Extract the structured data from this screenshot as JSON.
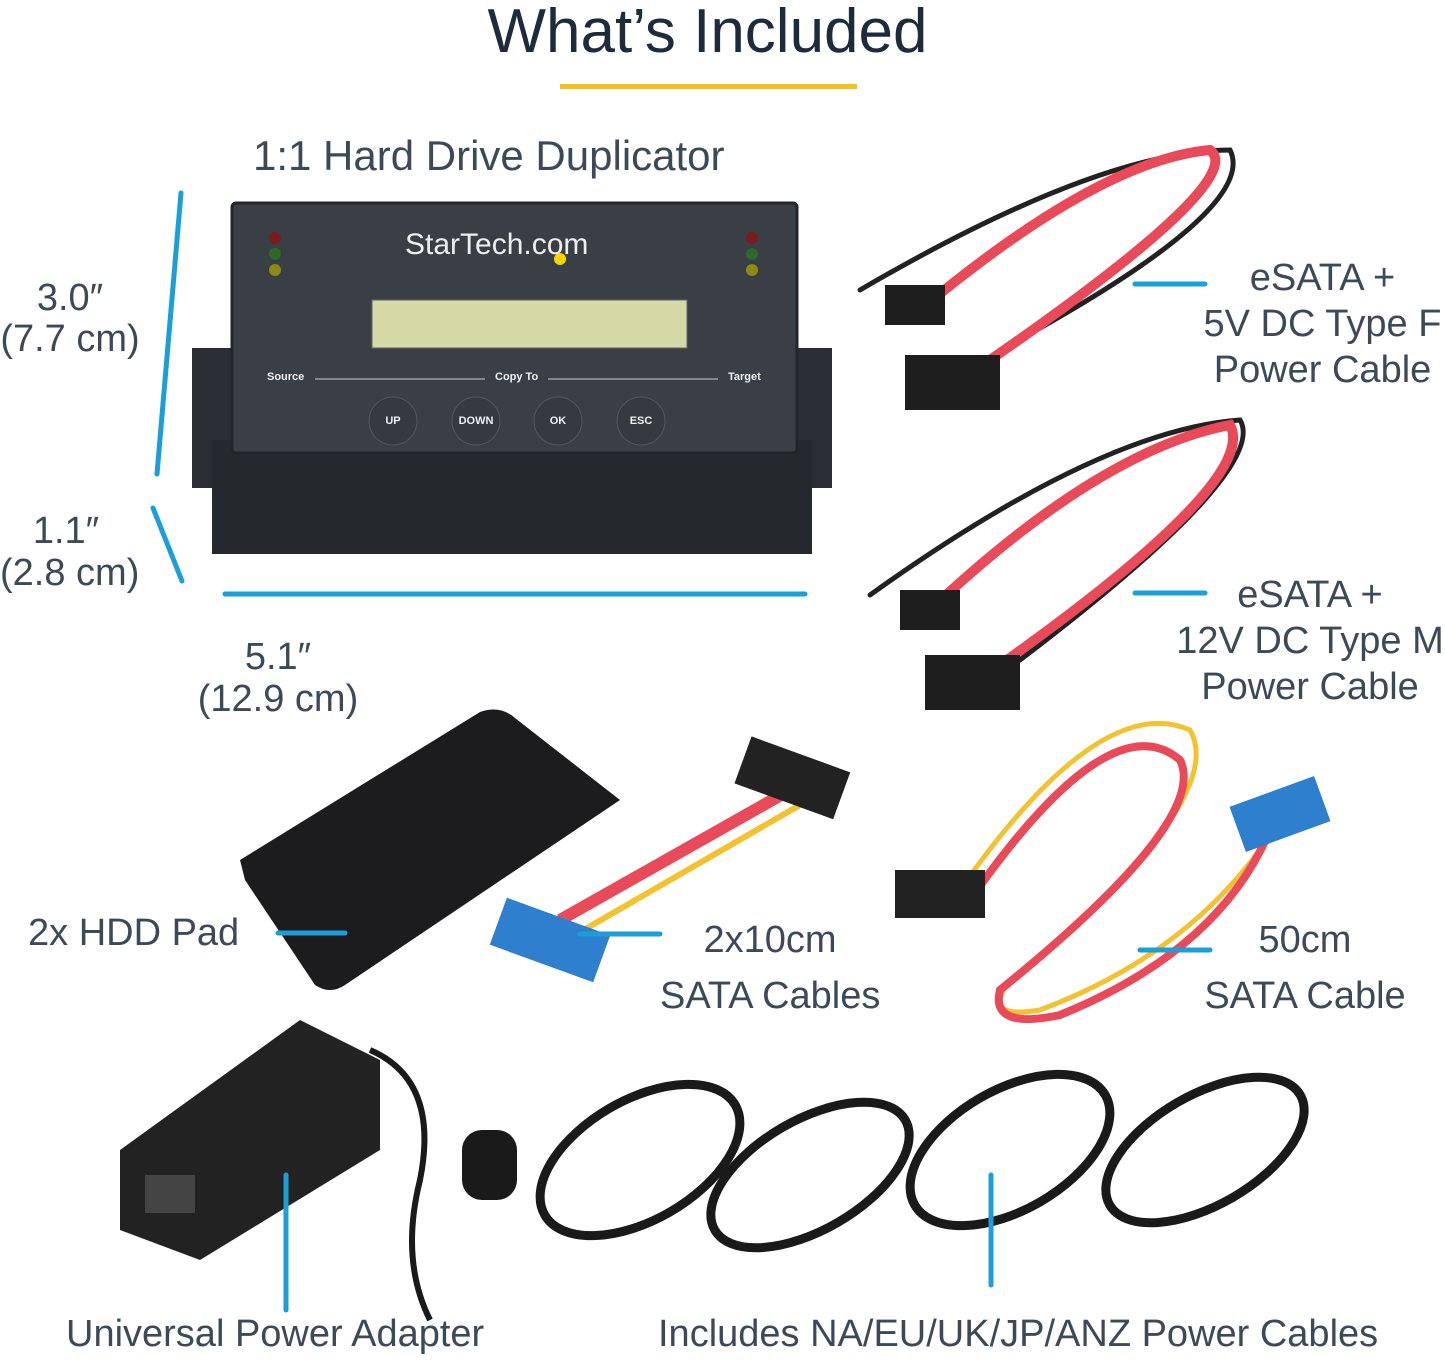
{
  "title": "What’s Included",
  "colors": {
    "accent_blue": "#1a9fd9",
    "underline_gold": "#f5c21b",
    "title": "#1d2b3a",
    "text": "#3c4a58"
  },
  "duplicator": {
    "label": "1:1 Hard Drive Duplicator",
    "brand": "StarTech.com",
    "panel": {
      "source": "Source",
      "copy_to": "Copy To",
      "target": "Target"
    },
    "buttons": [
      "UP",
      "DOWN",
      "OK",
      "ESC"
    ],
    "dimensions": {
      "height": {
        "in": "3.0″",
        "cm": "(7.7 cm)"
      },
      "depth": {
        "in": "1.1″",
        "cm": "(2.8 cm)"
      },
      "width": {
        "in": "5.1″",
        "cm": "(12.9 cm)"
      }
    }
  },
  "items": {
    "esata5v": [
      "eSATA +",
      "5V DC Type F",
      "Power Cable"
    ],
    "esata12v": [
      "eSATA +",
      "12V DC Type M",
      "Power Cable"
    ],
    "hdd_pad": "2x HDD Pad",
    "sata10": [
      "2x10cm",
      "SATA Cables"
    ],
    "sata50": [
      "50cm",
      "SATA Cable"
    ],
    "adapter": "Universal Power Adapter",
    "power_cables": "Includes NA/EU/UK/JP/ANZ Power Cables"
  }
}
